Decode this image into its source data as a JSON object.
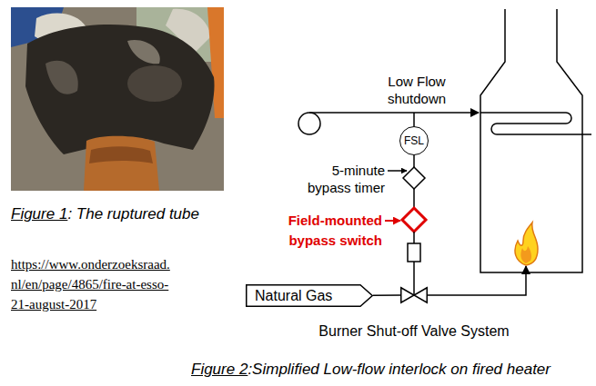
{
  "diagram": {
    "nodes": [
      {
        "text": [
          "FSL"
        ]
      },
      {
        "text": [
          "Natural Gas"
        ]
      },
      {
        "text": [
          "Burner Shut-off Valve System"
        ]
      }
    ],
    "edges": [
      {
        "from": 1,
        "to": 2,
        "arrow": "none"
      }
    ],
    "labels": [
      "Low Flow shutdown",
      "5-minute bypass timer",
      "Field-mounted bypass switch",
      "Figure 1",
      ": The ruptured tube",
      "https://www.onderzoeksraad.nl/en/page/4865/fire-at-esso-21-august-2017",
      "Figure 2",
      ":Simplified Low-flow interlock on fired heater"
    ]
  }
}
